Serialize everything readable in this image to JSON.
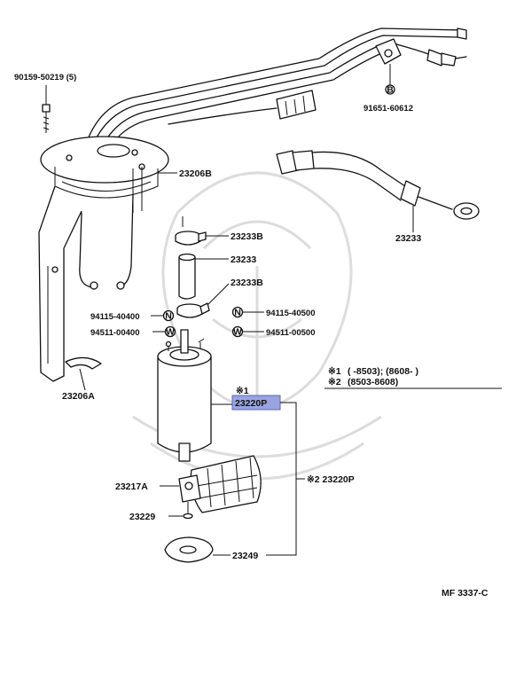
{
  "labels": {
    "bolt_top": "90159-50219 (5)",
    "bracket_bolt": "91651-60612",
    "hanger_bracket": "23206B",
    "hose_clamp_upper": "23233B",
    "hose": "23233",
    "hose_clamp_lower": "23233B",
    "wire_harness_hose": "23233",
    "nut_left": "94115-40400",
    "washer_left": "94511-00400",
    "nut_right": "94115-40500",
    "washer_right": "94511-00500",
    "lower_bracket": "23206A",
    "pump_mark": "※1",
    "pump_part": "23220P",
    "filter_bracket": "23217A",
    "washer_small": "23229",
    "cushion": "23249",
    "pump_part_2": "※2 23220P",
    "diagram_code": "MF 3337-C"
  },
  "symbols": {
    "b_mark": "B",
    "n_mark": "N",
    "w_mark": "W"
  },
  "notes": {
    "note1_mark": "※1",
    "note1_text": "(     -8503); (8608-       )",
    "note2_mark": "※2",
    "note2_text": "(8503-8608)"
  },
  "colors": {
    "highlight": "#9aa4e0",
    "line": "#111111"
  }
}
